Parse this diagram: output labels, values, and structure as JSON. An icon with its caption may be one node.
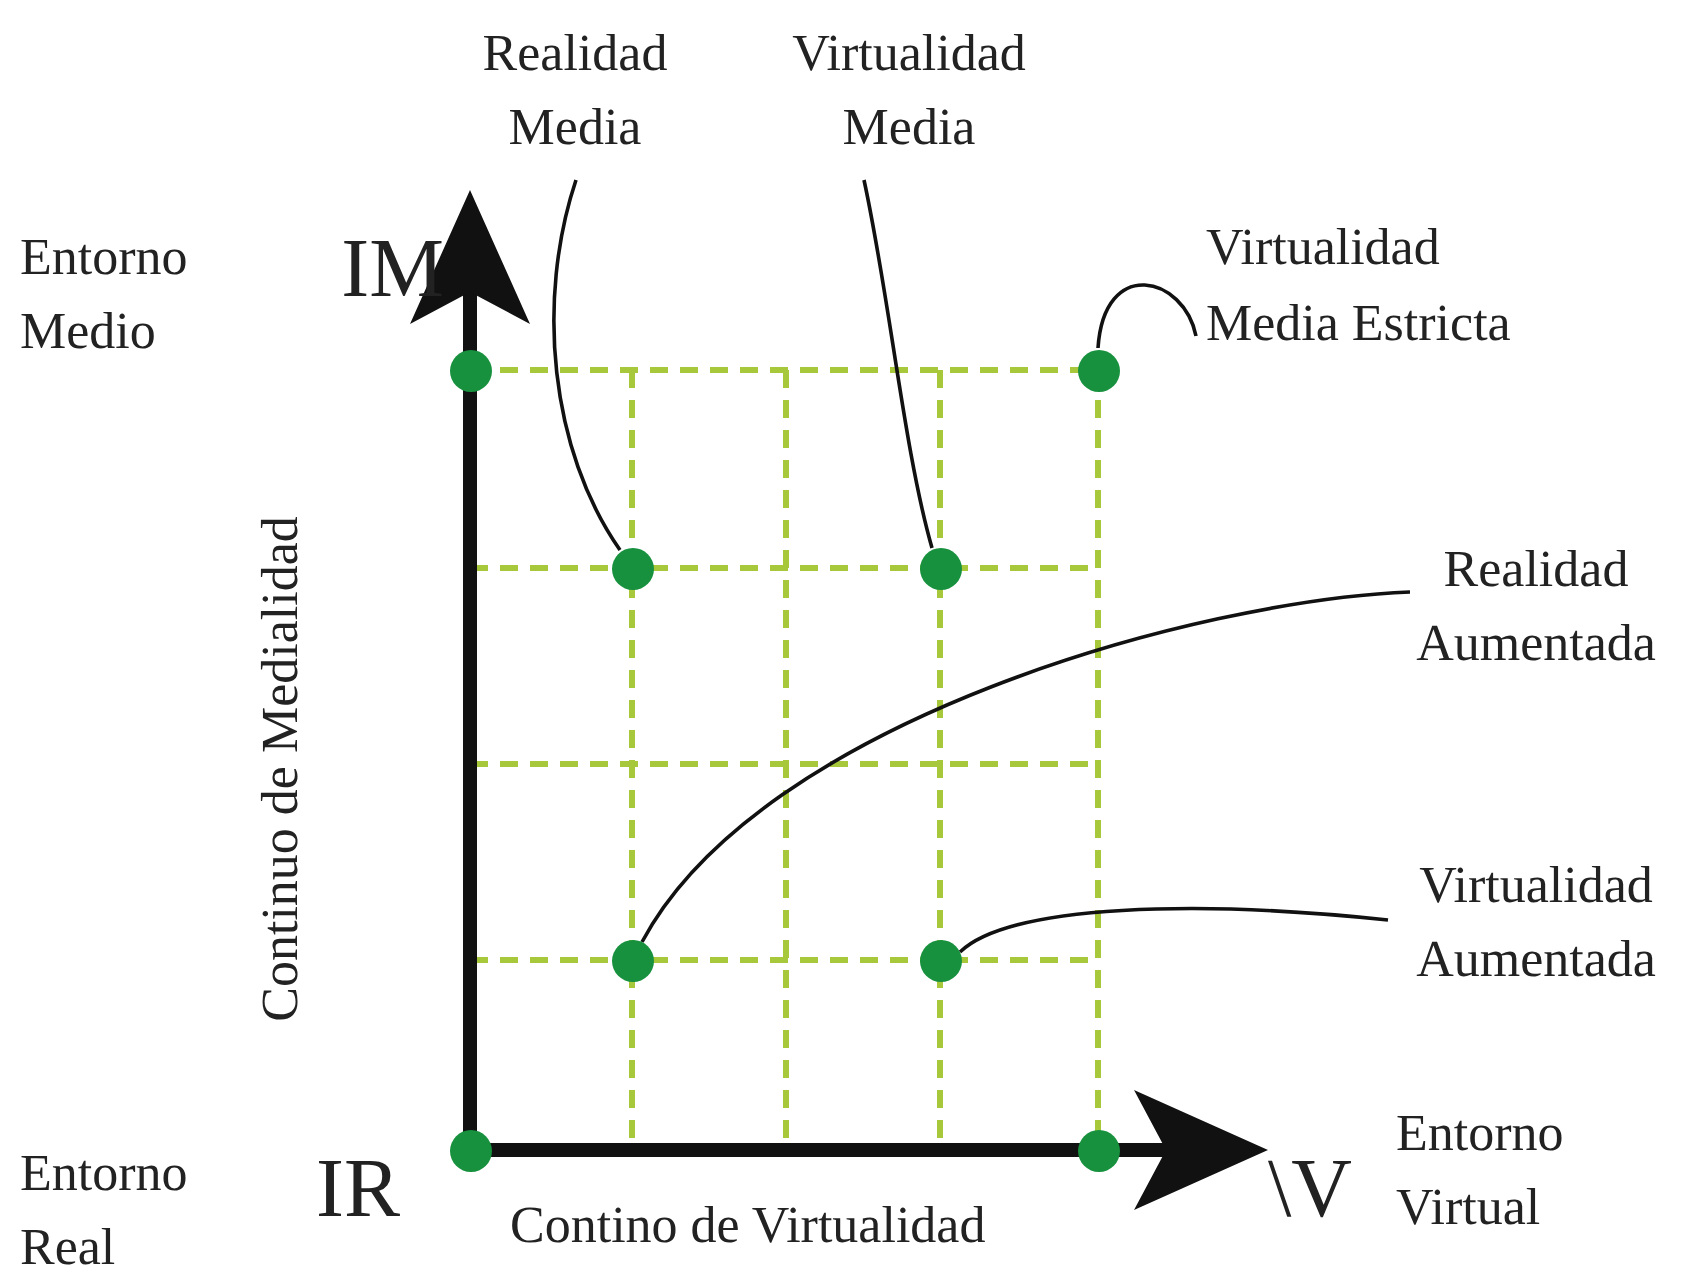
{
  "diagram": {
    "nodes": [
      {
        "text": [
          "Realidad Media"
        ]
      },
      {
        "text": [
          "Virtualidad Media"
        ]
      },
      {
        "text": [
          "Virtualidad Media Estricta"
        ]
      },
      {
        "text": [
          "Realidad Aumentada"
        ]
      },
      {
        "text": [
          "Virtualidad Aumentada"
        ]
      },
      {
        "text": [],
        "shape": "circle"
      },
      {
        "text": [],
        "shape": "circle"
      },
      {
        "text": [],
        "shape": "circle"
      },
      {
        "text": [],
        "shape": "circle"
      },
      {
        "text": [],
        "shape": "circle"
      },
      {
        "text": [],
        "shape": "circle"
      },
      {
        "text": [],
        "shape": "circle"
      },
      {
        "text": [],
        "shape": "circle"
      }
    ],
    "edges": [
      {
        "from": 0,
        "to": 7,
        "arrow": "none"
      },
      {
        "from": 1,
        "to": 8,
        "arrow": "none"
      },
      {
        "from": 2,
        "to": 6,
        "arrow": "none"
      },
      {
        "from": 3,
        "to": 9,
        "arrow": "none"
      },
      {
        "from": 4,
        "to": 10,
        "arrow": "none"
      }
    ],
    "labels": [
      "Entorno Medio",
      "IM",
      "Continuo de Medialidad",
      "Entorno Real",
      "IR",
      "Contino de Virtualidad",
      "\\V",
      "Entorno Virtual"
    ]
  }
}
